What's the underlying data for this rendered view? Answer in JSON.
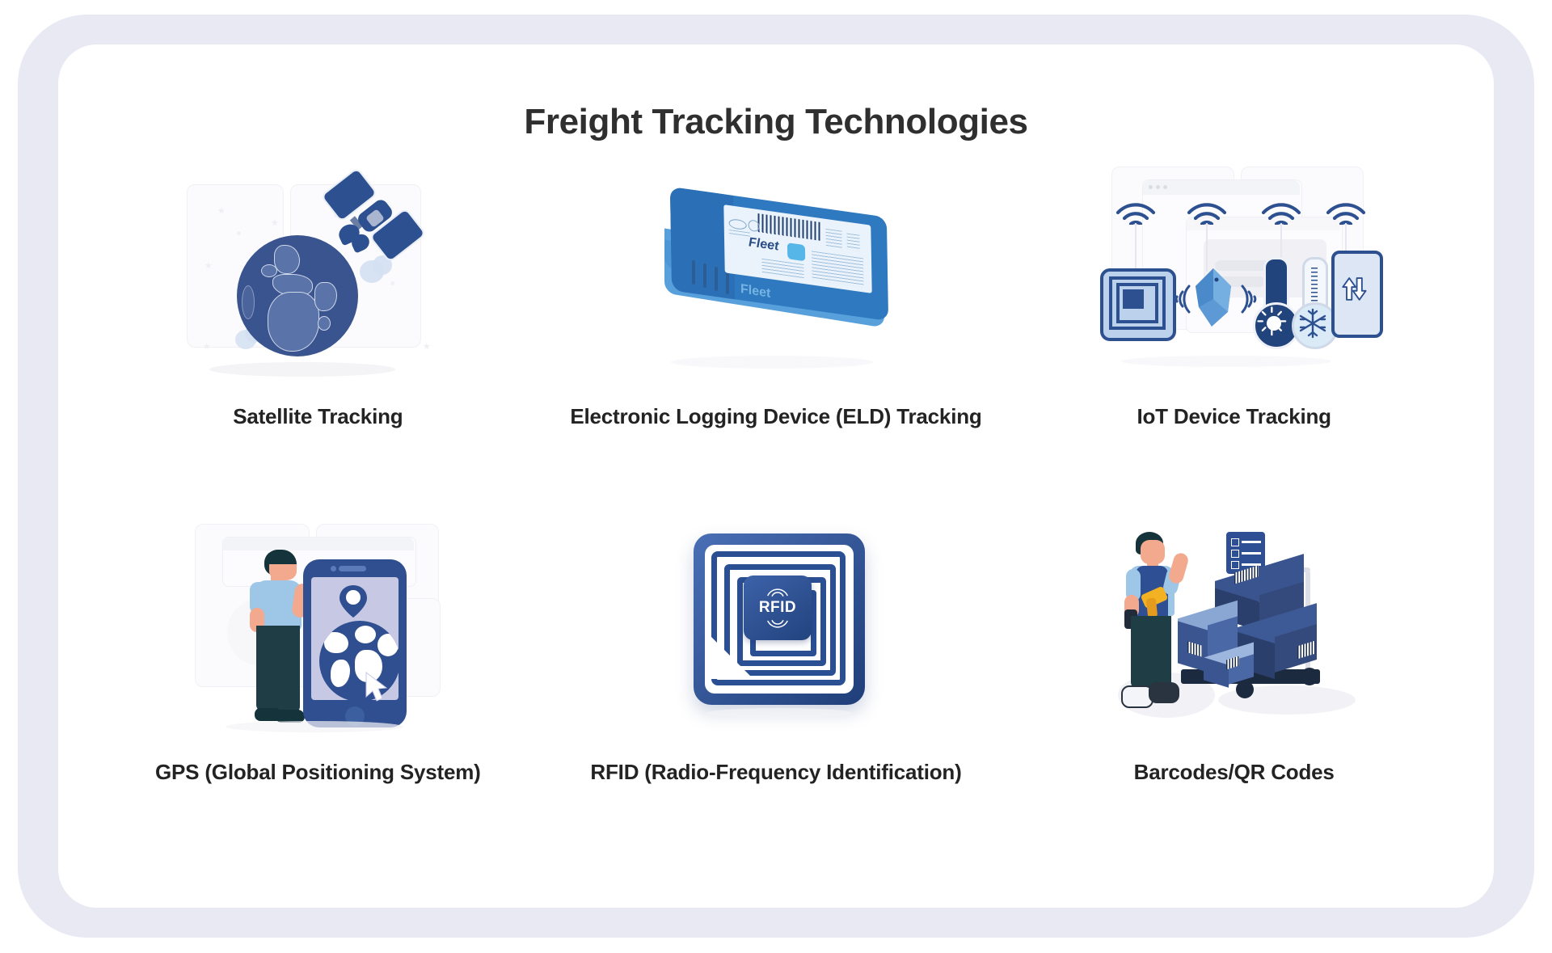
{
  "page": {
    "title": "Freight Tracking Technologies",
    "frame_color": "#e8e9f2",
    "inner_background": "#ffffff",
    "title_color": "#2f2f2f",
    "accent_navy": "#2d5090",
    "accent_blue": "#4a8fd0",
    "accent_light_blue": "#bcd2ec"
  },
  "cards": [
    {
      "id": "satellite-tracking",
      "label": "Satellite Tracking",
      "illustration": "satellite-globe-illustration",
      "icons": [
        "globe-icon",
        "satellite-icon",
        "cloud-icon",
        "star-icon"
      ]
    },
    {
      "id": "eld-tracking",
      "label": "Electronic Logging Device (ELD) Tracking",
      "illustration": "eld-device-illustration",
      "icons": [
        "eld-box-icon",
        "barcode-icon",
        "fleet-logo-icon"
      ],
      "device_brand": "Fleet"
    },
    {
      "id": "iot-device-tracking",
      "label": "IoT Device Tracking",
      "illustration": "iot-devices-illustration",
      "icons": [
        "wifi-icon",
        "nfc-chip-icon",
        "sensor-icon",
        "thermometer-hot-icon",
        "thermometer-cold-icon",
        "smartphone-transfer-icon",
        "sun-icon",
        "snowflake-icon"
      ]
    },
    {
      "id": "gps-tracking",
      "label": "GPS (Global Positioning System)",
      "illustration": "gps-person-phone-illustration",
      "icons": [
        "person-icon",
        "smartphone-icon",
        "map-pin-icon",
        "globe-icon",
        "cursor-icon"
      ]
    },
    {
      "id": "rfid-tracking",
      "label": "RFID (Radio-Frequency Identification)",
      "illustration": "rfid-tag-illustration",
      "icons": [
        "rfid-tag-icon",
        "antenna-coil-icon",
        "signal-wave-icon"
      ],
      "chip_text": "RFID"
    },
    {
      "id": "barcode-qr-tracking",
      "label": "Barcodes/QR Codes",
      "illustration": "barcode-worker-illustration",
      "icons": [
        "worker-icon",
        "barcode-scanner-icon",
        "parcel-box-icon",
        "checklist-icon",
        "trolley-icon",
        "barcode-icon"
      ]
    }
  ]
}
